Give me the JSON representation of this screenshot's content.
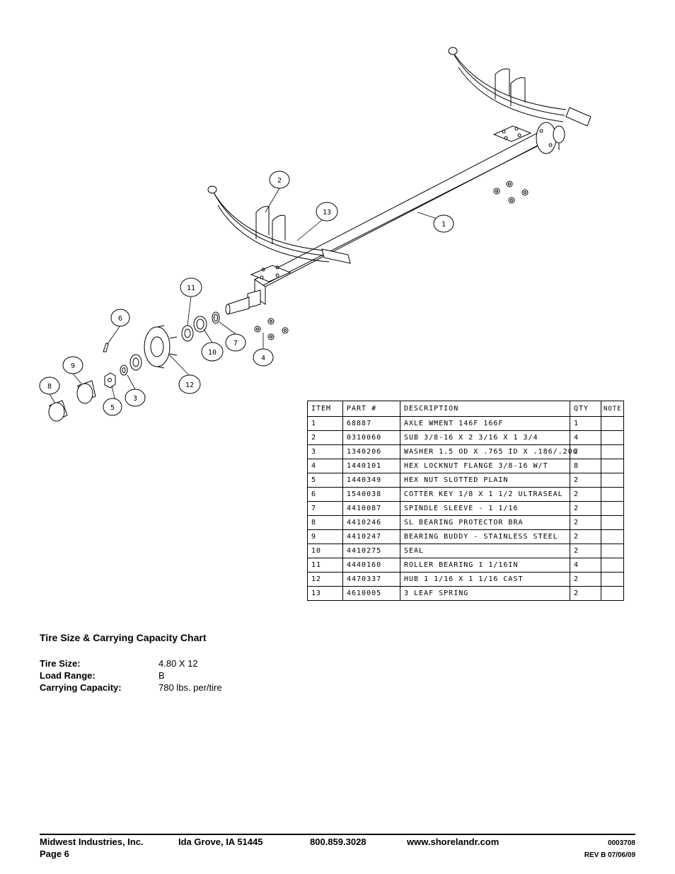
{
  "diagram": {
    "callouts": [
      "1",
      "2",
      "3",
      "4",
      "5",
      "6",
      "7",
      "8",
      "9",
      "10",
      "11",
      "12",
      "13"
    ]
  },
  "parts_table": {
    "headers": [
      "ITEM",
      "PART #",
      "DESCRIPTION",
      "QTY",
      "NOTE"
    ],
    "rows": [
      [
        "1",
        "68887",
        "AXLE WMENT   146F 166F",
        "1",
        ""
      ],
      [
        "2",
        "0310060",
        "SUB 3/8-16 X 2 3/16 X 1 3/4",
        "4",
        ""
      ],
      [
        "3",
        "1340206",
        "WASHER 1.5 OD X .765 ID X .186/.206",
        "2",
        ""
      ],
      [
        "4",
        "1440101",
        "HEX LOCKNUT FLANGE 3/8-16 W/T",
        "8",
        ""
      ],
      [
        "5",
        "1440349",
        "HEX NUT SLOTTED PLAIN",
        "2",
        ""
      ],
      [
        "6",
        "1540038",
        "COTTER KEY 1/8 X 1 1/2 ULTRASEAL",
        "2",
        ""
      ],
      [
        "7",
        "4410087",
        "SPINDLE SLEEVE - 1 1/16",
        "2",
        ""
      ],
      [
        "8",
        "4410246",
        "SL BEARING PROTECTOR BRA",
        "2",
        ""
      ],
      [
        "9",
        "4410247",
        "BEARING BUDDY - STAINLESS STEEL",
        "2",
        ""
      ],
      [
        "10",
        "4410275",
        "SEAL",
        "2",
        ""
      ],
      [
        "11",
        "4440160",
        "ROLLER BEARING   1 1/16IN",
        "4",
        ""
      ],
      [
        "12",
        "4470337",
        "HUB   1 1/16 X 1 1/16 CAST",
        "2",
        ""
      ],
      [
        "13",
        "4610005",
        "3 LEAF SPRING",
        "2",
        ""
      ]
    ]
  },
  "tire_chart": {
    "title": "Tire Size & Carrying Capacity Chart",
    "specs": [
      {
        "label": "Tire Size:",
        "value": "4.80 X 12"
      },
      {
        "label": "Load Range:",
        "value": "B"
      },
      {
        "label": "Carrying Capacity:",
        "value": "780 lbs. per/tire"
      }
    ]
  },
  "footer": {
    "company": "Midwest Industries, Inc.",
    "location": "Ida Grove, IA  51445",
    "phone": "800.859.3028",
    "website": "www.shorelandr.com",
    "doc_number": "0003708",
    "page": "Page 6",
    "revision": "REV B  07/06/09"
  }
}
